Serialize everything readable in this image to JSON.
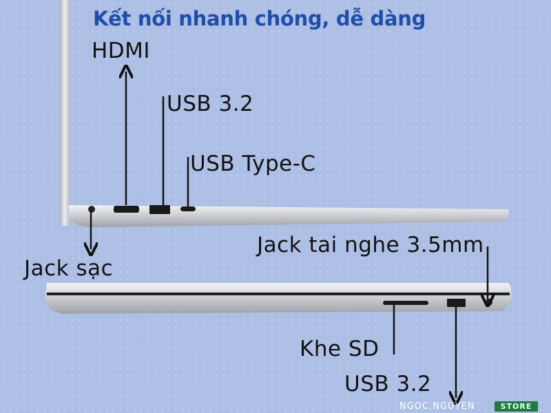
{
  "title": "Kết nối nhanh chóng, dễ dàng",
  "labels": {
    "hdmi": "HDMI",
    "usb_top": "USB 3.2",
    "usb_c": "USB Type-C",
    "charging": "Jack sạc",
    "headphone": "Jack tai nghe 3.5mm",
    "sd": "Khe SD",
    "usb_bottom": "USB 3.2"
  },
  "watermark": {
    "brand": "NGOC.NGUYEN",
    "badge": "STORE"
  },
  "colors": {
    "title": "#1f4ea8",
    "badge": "#1f7a44",
    "background": "#aebfe6"
  }
}
